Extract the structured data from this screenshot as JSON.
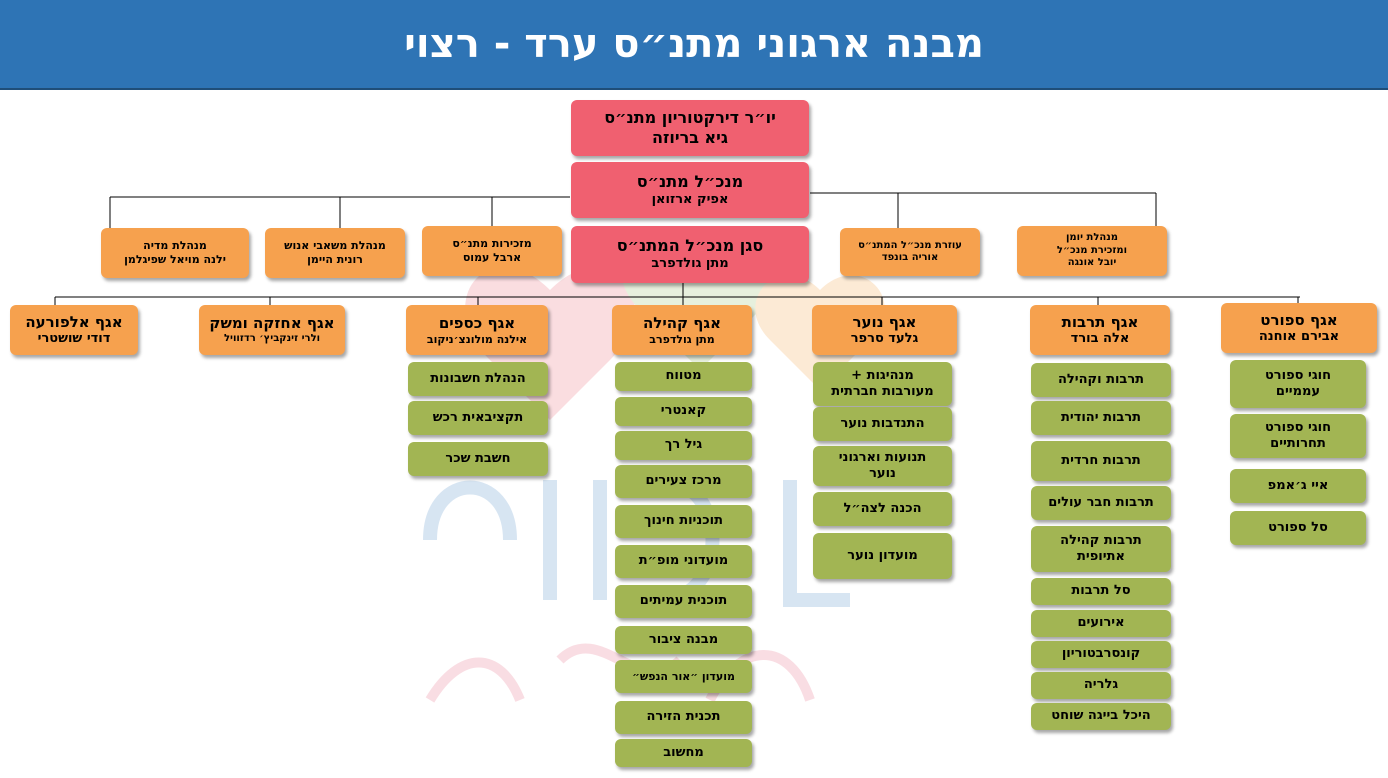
{
  "header": {
    "title": "מבנה ארגוני מתנ״ס ערד - רצוי"
  },
  "top": {
    "chair": {
      "title": "יו״ר דירקטוריון מתנ״ס",
      "name": "גיא בריוזה"
    },
    "ceo": {
      "title": "מנכ״ל מתנ״ס",
      "name": "אפיק ארזואן"
    },
    "deputy": {
      "title": "סגן מנכ״ל המתנ״ס",
      "name": "מתן גולדפרב"
    }
  },
  "staff": {
    "media": {
      "title": "מנהלת מדיה",
      "name": "ילנה מויאל שפיגלמן"
    },
    "hr": {
      "title": "מנהלת משאבי אנוש",
      "name": "רונית היימן"
    },
    "secretary": {
      "title": "מזכירות מתנ״ס",
      "name": "ארבל עמוס"
    },
    "assistant": {
      "title": "עוזרת מנכ״ל המתנ״ס",
      "name": "אוריה בונפד"
    },
    "diary": {
      "line1": "מנהלת יומן",
      "line2": "ומזכירת מנכ״ל",
      "name": "יובל אונגה"
    }
  },
  "departments": {
    "sport": {
      "title": "אגף ספורט",
      "head": "אבירם אוחנה",
      "units": [
        "חוגי ספורט עממיים",
        "חוגי ספורט תחרותיים",
        "איי ג׳אמפ",
        "סל ספורט"
      ]
    },
    "culture": {
      "title": "אגף תרבות",
      "head": "אלה בורד",
      "units": [
        "תרבות וקהילה",
        "תרבות יהודית",
        "תרבות חרדית",
        "תרבות חבר עולים",
        "תרבות קהילה אתיופית",
        "סל תרבות",
        "אירועים",
        "קונסרבטוריון",
        "גלריה",
        "היכל בייגה שוחט"
      ]
    },
    "youth": {
      "title": "אגף נוער",
      "head": "גלעד סרפר",
      "units": [
        "מנהיגות + מעורבות חברתית",
        "התנדבות נוער",
        "תנועות וארגוני נוער",
        "הכנה לצה״ל",
        "מועדון נוער"
      ]
    },
    "community": {
      "title": "אגף קהילה",
      "head": "מתן גולדפרב",
      "units": [
        "מטווח",
        "קאנטרי",
        "גיל רך",
        "מרכז צעירים",
        "תוכניות חינוך",
        "מועדוני מופ״ת",
        "תוכנית עמיתים",
        "מבנה ציבור",
        "מועדון ״אור הנפש״",
        "תכנית הזירה",
        "מחשוב"
      ]
    },
    "finance": {
      "title": "אגף כספים",
      "head": "אילנה מולונצ׳ניקוב",
      "units": [
        "הנהלת חשבונות",
        "תקציבאית רכש",
        "חשבת שכר"
      ]
    },
    "maintenance": {
      "title": "אגף אחזקה ומשק",
      "head": "ולרי זינקביץ׳ רדזוויל"
    },
    "alfora": {
      "title": "אגף אלפורעה",
      "head": "דודי שושטרי"
    }
  },
  "colors": {
    "header": "#2e74b5",
    "executive": "#f06070",
    "department": "#f6a14e",
    "unit": "#a2b553"
  }
}
